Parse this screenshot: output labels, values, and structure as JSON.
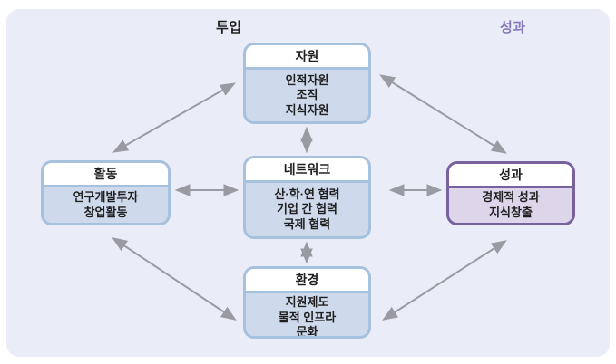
{
  "labels": {
    "input_zone": "투입",
    "output_zone": "성과"
  },
  "colors": {
    "panel_bg": "#eaedf7",
    "blue_border": "#a5c1de",
    "blue_body_bg": "#cedaec",
    "purple_border": "#77629e",
    "purple_body_bg": "#ddd6ea",
    "output_label": "#8677bb",
    "arrow": "#9a9aa2",
    "text": "#1f1f1f"
  },
  "boxes": [
    {
      "id": "resources",
      "title": "자원",
      "items": [
        "인적자원",
        "조직",
        "지식자원"
      ]
    },
    {
      "id": "activities",
      "title": "활동",
      "items": [
        "연구개발투자",
        "창업활동"
      ]
    },
    {
      "id": "network",
      "title": "네트워크",
      "items": [
        "산·학·연 협력",
        "기업 간 협력",
        "국제 협력"
      ]
    },
    {
      "id": "performance",
      "title": "성과",
      "items": [
        "경제적 성과",
        "지식창출"
      ]
    },
    {
      "id": "environment",
      "title": "환경",
      "items": [
        "지원제도",
        "물적 인프라",
        "문화"
      ]
    }
  ],
  "connections": [
    {
      "from": "활동",
      "to": "자원",
      "bidirectional": true
    },
    {
      "from": "자원",
      "to": "성과",
      "bidirectional": true
    },
    {
      "from": "자원",
      "to": "네트워크",
      "bidirectional": true
    },
    {
      "from": "활동",
      "to": "네트워크",
      "bidirectional": true
    },
    {
      "from": "네트워크",
      "to": "성과",
      "bidirectional": true
    },
    {
      "from": "네트워크",
      "to": "환경",
      "bidirectional": true
    },
    {
      "from": "활동",
      "to": "환경",
      "bidirectional": true
    },
    {
      "from": "환경",
      "to": "성과",
      "bidirectional": true
    }
  ]
}
